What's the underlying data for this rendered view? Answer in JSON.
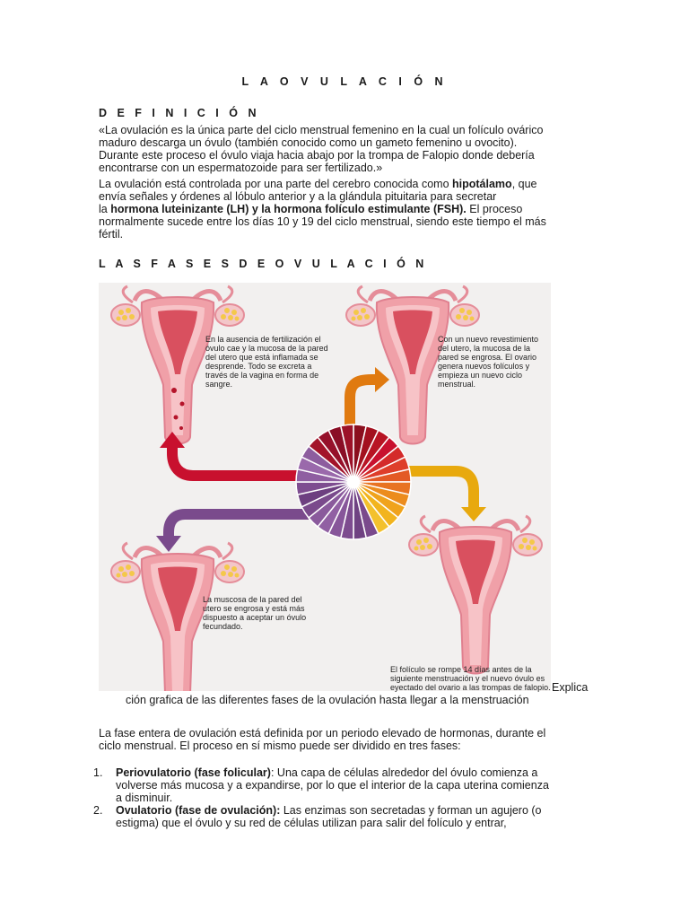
{
  "title": "L A  O V U L A C I Ó N",
  "definicion": {
    "heading": "D E F I N I C I Ó N",
    "quote_lines": [
      "«La ovulación es la única parte del ciclo menstrual femenino en la cual un folículo ovárico",
      "maduro descarga un óvulo (también conocido como un gameto femenino u ovocito).",
      "Durante este proceso el óvulo viaja hacia abajo por la trompa de Falopio donde debería",
      "encontrarse con un espermatozoide para ser fertilizado.»"
    ],
    "p2_l1_a": "La ovulación está controlada por una parte del cerebro conocida como ",
    "p2_l1_b": "hipotálamo",
    "p2_l1_c": ", que",
    "p2_l2": "envía señales y órdenes al lóbulo anterior y a la glándula pituitaria para secretar",
    "p2_l3_a": "la ",
    "p2_l3_b": "hormona luteinizante (LH) y la hormona folículo estimulante (FSH).",
    "p2_l3_c": " El proceso",
    "p2_l4": "normalmente sucede entre los días 10 y 19 del ciclo menstrual, siendo este tiempo el más",
    "p2_l5": "fértil."
  },
  "fases": {
    "heading": "L A S  F A S E S  D E  O V U L A C I Ó N",
    "figure": {
      "note_top_left": [
        "En la ausencia de fertilización el",
        "óvulo cae y la mucosa de la pared",
        "del utero que está inflamada se",
        "desprende. Todo se excreta a",
        "través de la vagina en forma de",
        "sangre."
      ],
      "note_top_right": [
        "Con un nuevo revestimiento",
        "del utero, la mucosa de la",
        "pared se engrosa. El ovario",
        "genera nuevos folículos y",
        "empieza un nuevo ciclo",
        "menstrual."
      ],
      "note_bottom_left": [
        "La muscosa de la pared del",
        "utero se engrosa y está más",
        "dispuesto a aceptar un óvulo",
        "fecundado."
      ],
      "note_bottom_right": [
        "El folículo se rompe 14 días antes de la",
        "siguiente menstruación y el nuevo óvulo es",
        "eyectado del ovario a las trompas de falopio."
      ]
    },
    "caption_end": "Explica",
    "caption_line2": "ción grafica de las diferentes fases de la ovulación hasta llegar a la menstruación",
    "intro_l1": "La fase entera de ovulación está definida por un periodo elevado de hormonas, durante el",
    "intro_l2": "ciclo menstrual. El proceso en sí mismo puede ser dividido en tres fases:",
    "items": [
      {
        "num": "1.",
        "bold": "Periovulatorio (fase folicular)",
        "l1": ": Una capa de células alrededor del óvulo comienza a",
        "l2": "volverse más mucosa y a expandirse, por lo que el interior de la capa uterina comienza",
        "l3": "a disminuir."
      },
      {
        "num": "2.",
        "bold": "Ovulatorio (fase de ovulación):",
        "l1": " Las enzimas son secretadas y forman un agujero (o",
        "l2": "estigma) que el óvulo y su red de células utilizan para salir del folículo y entrar,",
        "l3": ""
      }
    ]
  },
  "colors": {
    "red_arrow": "#c8102e",
    "orange_arrow": "#e07a10",
    "yellow_arrow": "#e8a90e",
    "purple_arrow": "#7a4a8c",
    "uterus": "#f0a0a8"
  }
}
